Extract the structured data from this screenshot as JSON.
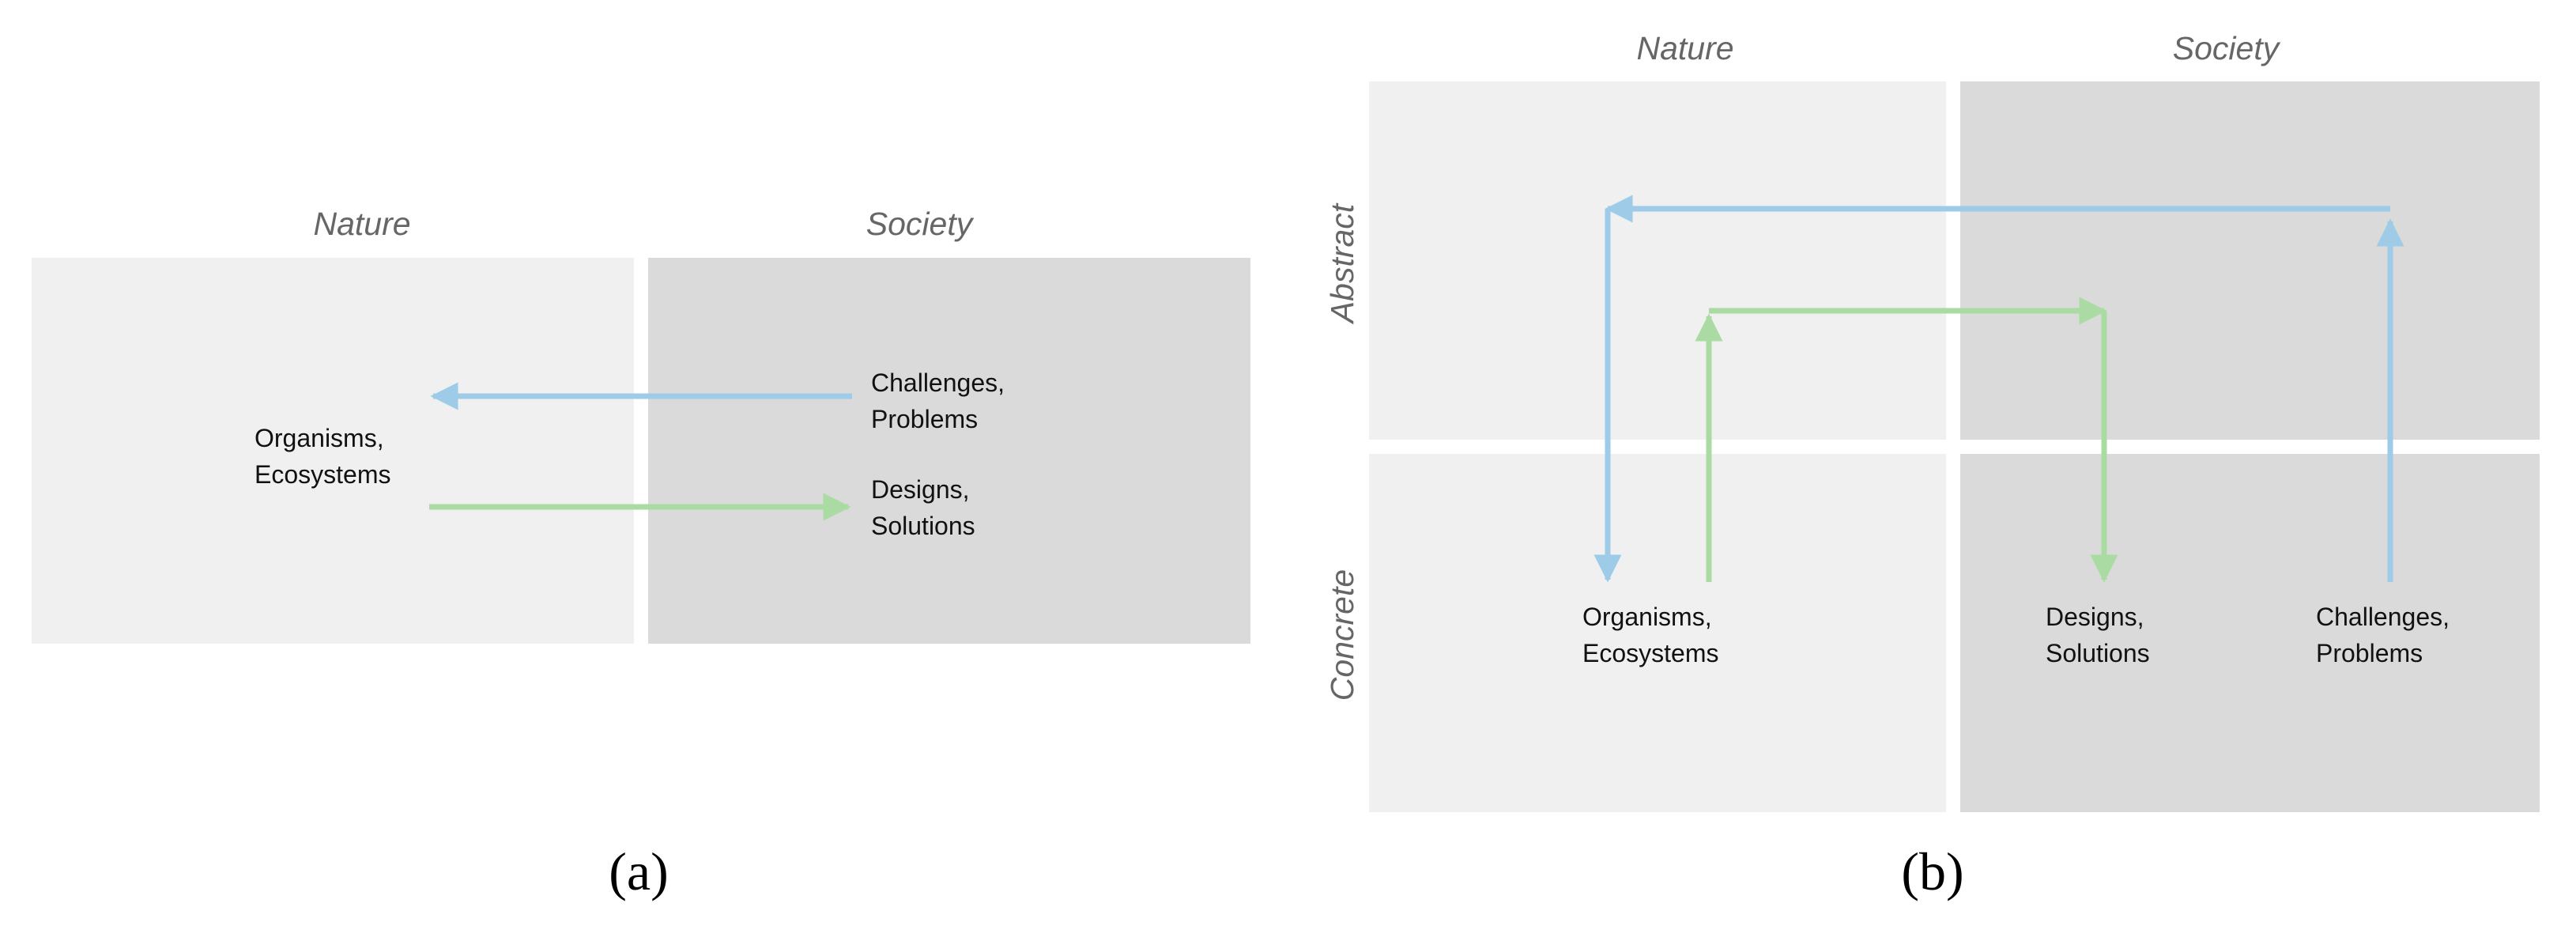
{
  "colors": {
    "nature_panel": "#f0f0f0",
    "society_panel": "#dadada",
    "blue_arrow": "#9dcbe8",
    "green_arrow": "#a9dba3",
    "heading_text": "#666666",
    "label_text": "#111111"
  },
  "panel_a": {
    "caption": "(a)",
    "columns": [
      "Nature",
      "Society"
    ],
    "nature_label": [
      "Organisms,",
      "Ecosystems"
    ],
    "challenges_label": [
      "Challenges,",
      "Problems"
    ],
    "designs_label": [
      "Designs,",
      "Solutions"
    ],
    "arrows": [
      {
        "color": "blue",
        "from": "Challenges, Problems",
        "to": "Organisms, Ecosystems"
      },
      {
        "color": "green",
        "from": "Organisms, Ecosystems",
        "to": "Designs, Solutions"
      }
    ]
  },
  "panel_b": {
    "caption": "(b)",
    "columns": [
      "Nature",
      "Society"
    ],
    "rows": [
      "Abstract",
      "Concrete"
    ],
    "organisms_label": [
      "Organisms,",
      "Ecosystems"
    ],
    "designs_label": [
      "Designs,",
      "Solutions"
    ],
    "challenges_label": [
      "Challenges,",
      "Problems"
    ],
    "arrows": [
      {
        "color": "blue",
        "path": [
          "Challenges, Problems (Concrete)",
          "Abstract",
          "Organisms, Ecosystems (Concrete)"
        ]
      },
      {
        "color": "green",
        "path": [
          "Organisms, Ecosystems (Concrete)",
          "Abstract",
          "Designs, Solutions (Concrete)"
        ]
      }
    ]
  }
}
